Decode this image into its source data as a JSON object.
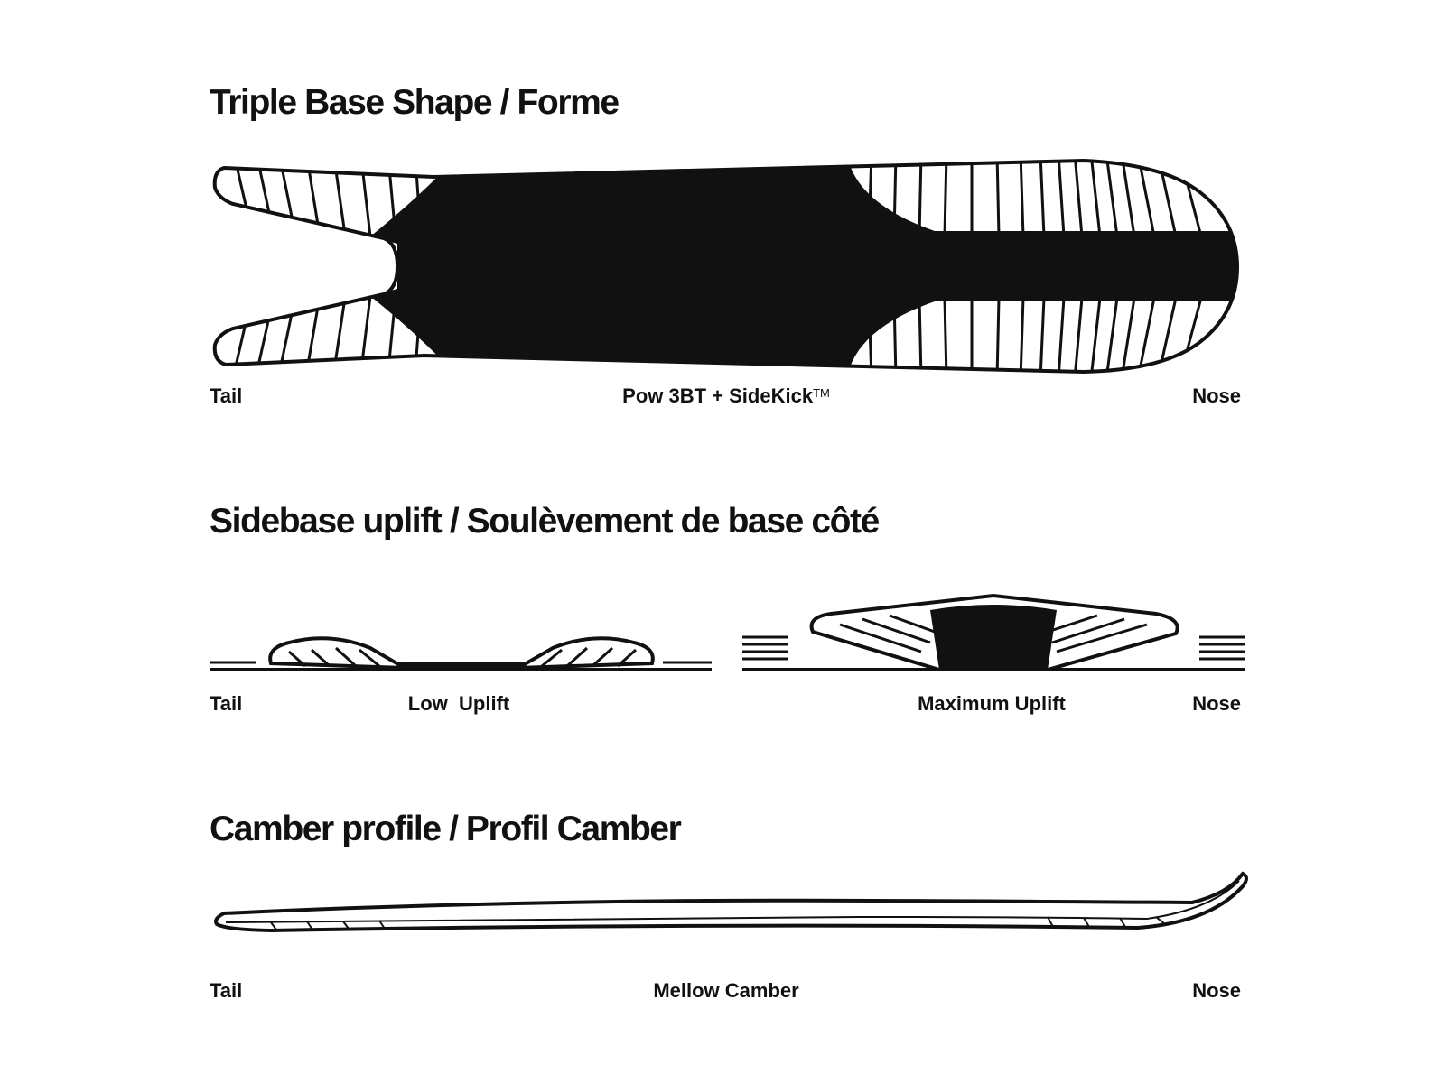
{
  "sections": {
    "base_shape": {
      "title": "Triple Base Shape / Forme",
      "label_left": "Tail",
      "label_center": "Pow 3BT + SideKick",
      "label_center_mark": "TM",
      "label_right": "Nose"
    },
    "uplift": {
      "title": "Sidebase uplift / Soulèvement de base côté",
      "label_left": "Tail",
      "label_low": "Low  Uplift",
      "label_max": "Maximum Uplift",
      "label_right": "Nose"
    },
    "camber": {
      "title": "Camber profile / Profil Camber",
      "label_left": "Tail",
      "label_center": "Mellow Camber",
      "label_right": "Nose"
    }
  },
  "colors": {
    "ink": "#111111",
    "paper": "#ffffff"
  }
}
